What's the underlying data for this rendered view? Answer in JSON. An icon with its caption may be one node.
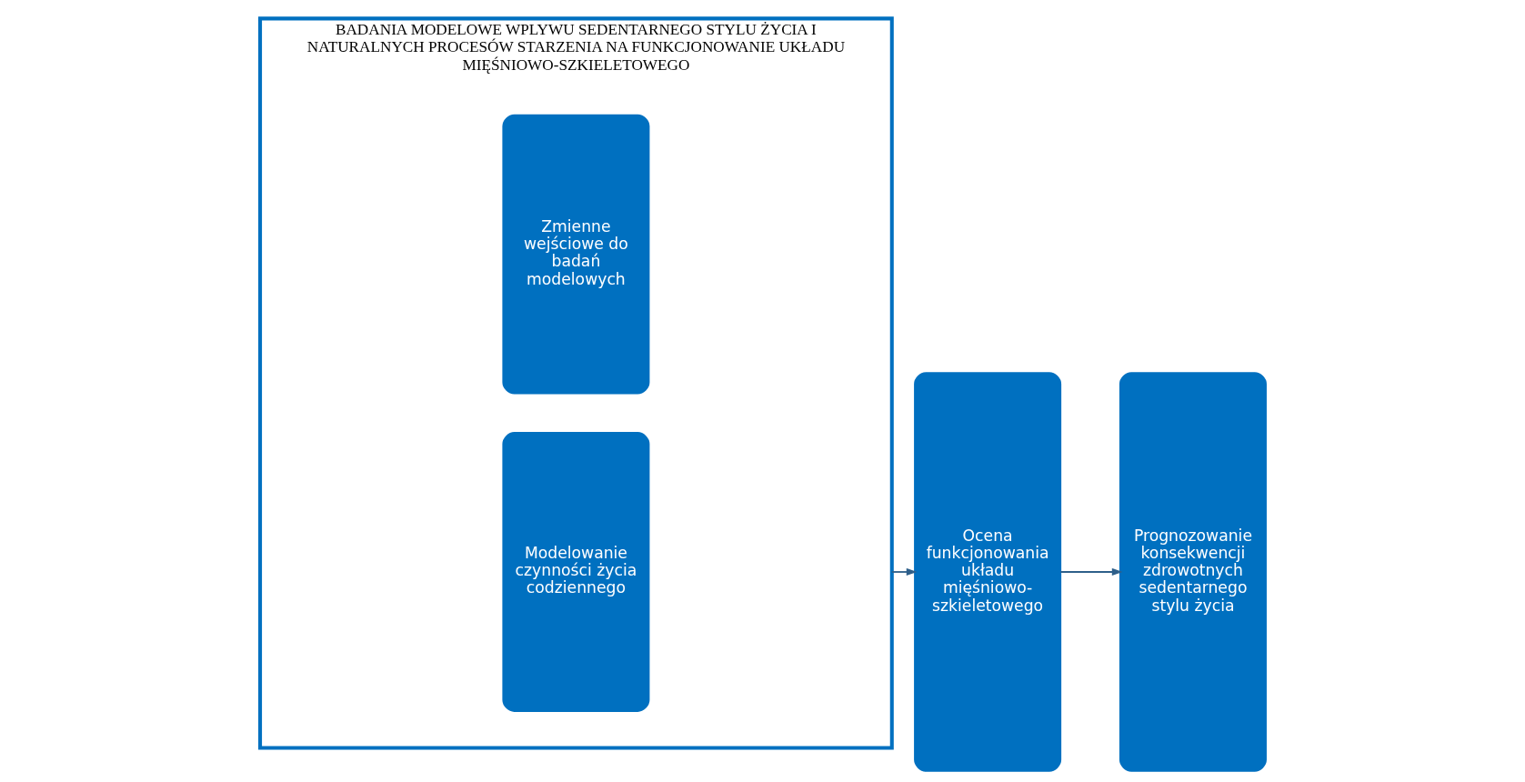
{
  "diagram": {
    "nodes": [
      {
        "text": [
          "BADANIA MODELOWE WPLYWU SEDENTARNEGO STYLU ŻYCIA I NATURALNYCH PROCESÓW STARZENIA NA FUNKCJONOWANIE UKŁADU MIĘŚNIOWO-SZKIELETOWEGO"
        ]
      },
      {
        "text": [
          "Zmienne wejściowe do badań modelowych"
        ],
        "in": 0
      },
      {
        "text": [
          "Modelowanie czynności życia codziennego"
        ],
        "in": 0
      },
      {
        "text": [
          "Ocena funkcjonowania układu mięśniowo-szkieletowego"
        ]
      },
      {
        "text": [
          "Prognozowanie konsekwencji zdrowotnych sedentarnego stylu życia"
        ]
      }
    ],
    "edges": [
      {
        "from": 0,
        "to": 3,
        "arrow": "to"
      },
      {
        "from": 3,
        "to": 4,
        "arrow": "to"
      }
    ]
  }
}
